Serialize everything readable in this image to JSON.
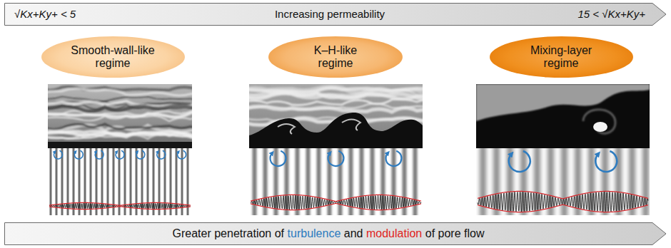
{
  "diagram": {
    "nodes": [
      {
        "text": [
          "√Kx+Ky+ < 5",
          "Increasing permeability",
          "15 < √Kx+Ky+"
        ]
      },
      {
        "text": [
          "Smooth-wall-like regime"
        ]
      },
      {
        "text": [
          "K–H-like regime"
        ]
      },
      {
        "text": [
          "Mixing-layer regime"
        ]
      },
      {
        "text": [
          "Greater penetration of",
          "turbulence",
          "and",
          "modulation",
          "of pore flow"
        ]
      }
    ]
  }
}
